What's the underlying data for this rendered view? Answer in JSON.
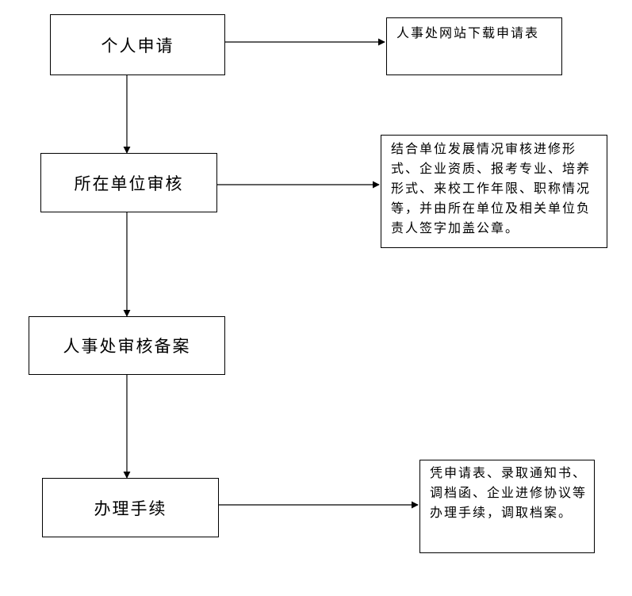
{
  "flowchart": {
    "steps": [
      {
        "id": "apply",
        "label": "个人申请"
      },
      {
        "id": "unit_review",
        "label": "所在单位审核"
      },
      {
        "id": "hr_filing",
        "label": "人事处审核备案"
      },
      {
        "id": "procedures",
        "label": "办理手续"
      }
    ],
    "notes": [
      {
        "id": "download",
        "text": "人事处网站下载申请表"
      },
      {
        "id": "criteria",
        "text": "结合单位发展情况审核进修形式、企业资质、报考专业、培养形式、来校工作年限、职称情况等，并由所在单位及相关单位负责人签字加盖公章。"
      },
      {
        "id": "documents",
        "text": "凭申请表、录取通知书、调档函、企业进修协议等办理手续，调取档案。"
      }
    ],
    "line_color": "#000000"
  }
}
